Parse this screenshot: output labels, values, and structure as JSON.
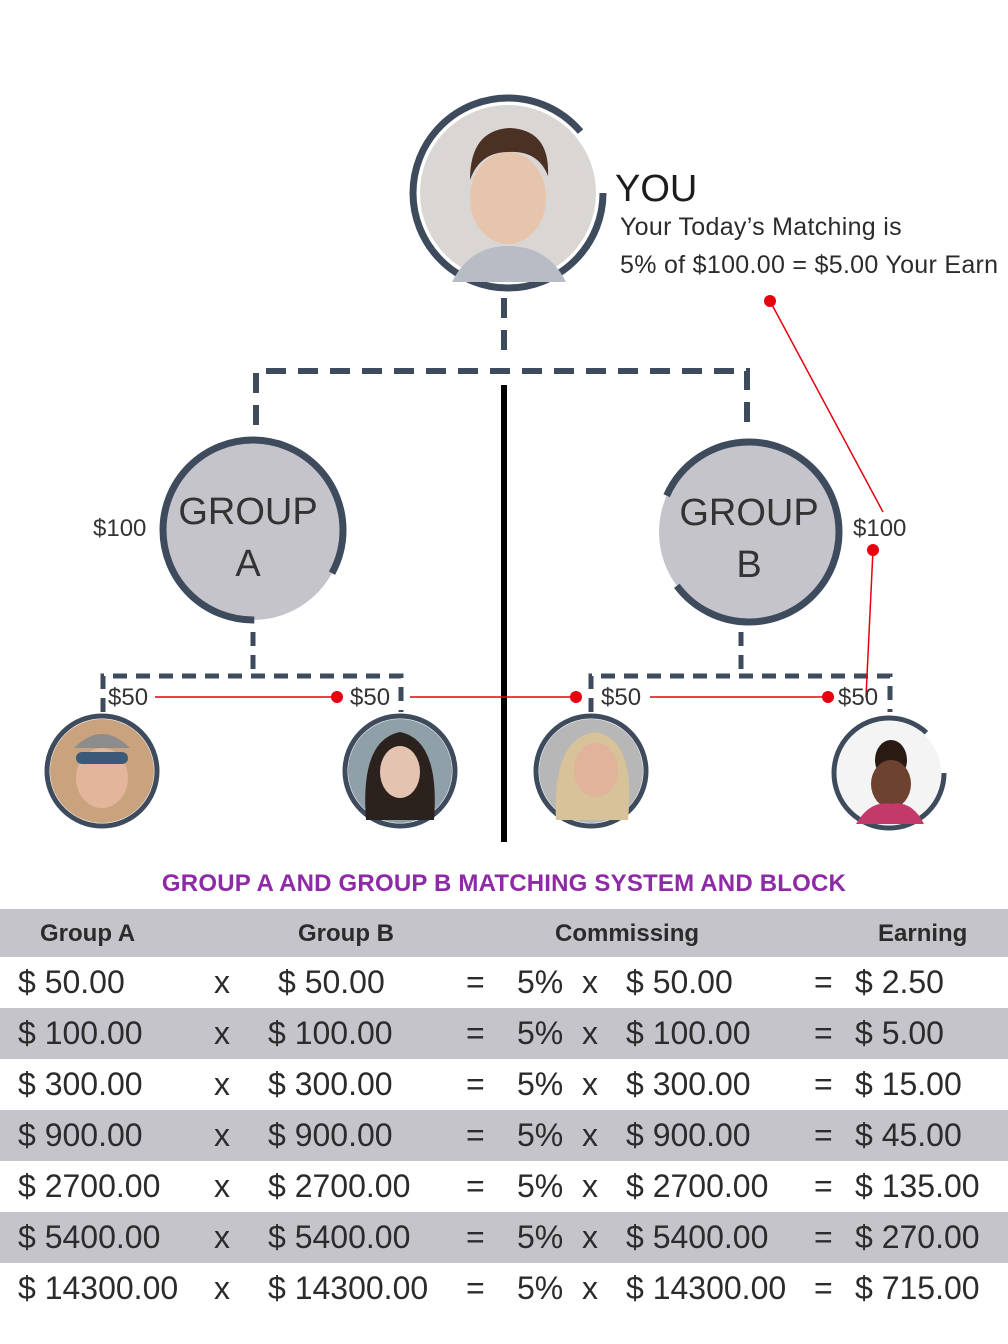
{
  "you": {
    "title": "YOU",
    "line1": "Your Today’s Matching is",
    "line2": "5% of $100.00 = $5.00 Your Earn"
  },
  "groups": {
    "a": {
      "line1": "GROUP",
      "line2": "A",
      "amount": "$100"
    },
    "b": {
      "line1": "GROUP",
      "line2": "B",
      "amount": "$100"
    }
  },
  "members": [
    {
      "amount": "$50",
      "photo": "bearded-man-with-cap-avatar"
    },
    {
      "amount": "$50",
      "photo": "woman-with-glasses-avatar"
    },
    {
      "amount": "$50",
      "photo": "smiling-woman-with-glasses-avatar"
    },
    {
      "amount": "$50",
      "photo": "woman-with-hair-bun-avatar"
    }
  ],
  "colors": {
    "connector": "#3d4b5c",
    "group_fill": "#c5c4cb",
    "marker": "#e8000f",
    "title": "#8e2aa6",
    "divider": "#000000"
  },
  "table": {
    "title": "GROUP A AND GROUP B MATCHING SYSTEM AND BLOCK",
    "headers": [
      "Group A",
      "Group B",
      "Commissing",
      "Earning"
    ],
    "symbols": {
      "times": "x",
      "equals": "="
    },
    "rows": [
      {
        "a": "$ 50.00",
        "b": "$ 50.00",
        "rate": "5%",
        "base": "$ 50.00",
        "earn": "$ 2.50"
      },
      {
        "a": "$ 100.00",
        "b": "$ 100.00",
        "rate": "5%",
        "base": "$ 100.00",
        "earn": "$ 5.00"
      },
      {
        "a": "$ 300.00",
        "b": "$ 300.00",
        "rate": "5%",
        "base": "$ 300.00",
        "earn": "$ 15.00"
      },
      {
        "a": "$ 900.00",
        "b": "$ 900.00",
        "rate": "5%",
        "base": "$ 900.00",
        "earn": "$ 45.00"
      },
      {
        "a": "$ 2700.00",
        "b": "$ 2700.00",
        "rate": "5%",
        "base": "$ 2700.00",
        "earn": "$ 135.00"
      },
      {
        "a": "$ 5400.00",
        "b": "$ 5400.00",
        "rate": "5%",
        "base": "$ 5400.00",
        "earn": "$ 270.00"
      },
      {
        "a": "$ 14300.00",
        "b": "$ 14300.00",
        "rate": "5%",
        "base": "$ 14300.00",
        "earn": "$ 715.00"
      }
    ]
  }
}
